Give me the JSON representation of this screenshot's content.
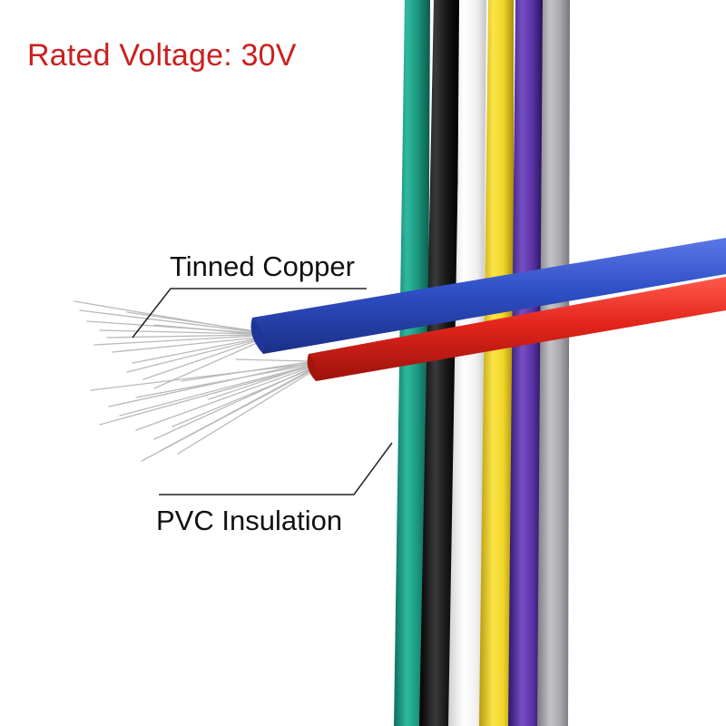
{
  "headline": {
    "text": "Rated Voltage: 30V",
    "color": "#cc1f1f"
  },
  "callouts": {
    "copper": "Tinned Copper",
    "insulation": "PVC Insulation"
  },
  "colors": {
    "background": "#ffffff",
    "leader_line": "#222222",
    "strand": "#b9b9b9",
    "vertical_wires": [
      "#1f9e86",
      "#161616",
      "#f4f4f4",
      "#f1d62a",
      "#5a34a6",
      "#a9a8ad"
    ],
    "blue_wire": "#2f4fc6",
    "red_wire": "#e3251c"
  }
}
